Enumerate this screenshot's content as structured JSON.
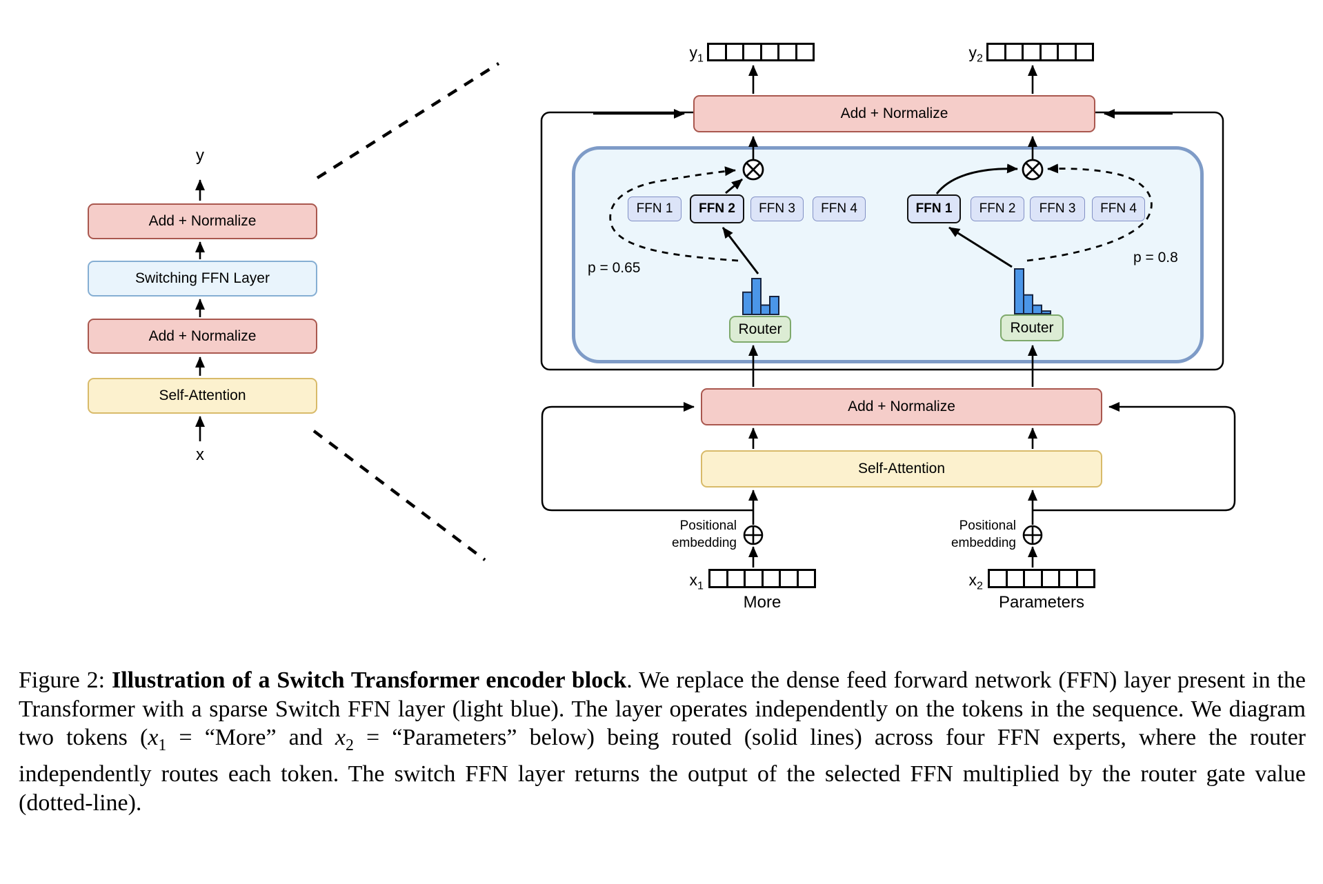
{
  "figure": {
    "left_diagram": {
      "output_label": "y",
      "input_label": "x",
      "boxes": [
        {
          "label": "Add + Normalize"
        },
        {
          "label": "Switching FFN Layer"
        },
        {
          "label": "Add + Normalize"
        },
        {
          "label": "Self-Attention"
        }
      ]
    },
    "encoder": {
      "add_normalize_top": "Add + Normalize",
      "add_normalize_mid": "Add + Normalize",
      "self_attention": "Self-Attention",
      "positional_line1": "Positional",
      "positional_line2": "embedding",
      "token1": {
        "output_var": "y",
        "output_sub": "1",
        "input_var": "x",
        "input_sub": "1",
        "word": "More",
        "gate_value_label": "p = 0.65",
        "router_label": "Router",
        "experts": [
          "FFN 1",
          "FFN 2",
          "FFN 3",
          "FFN 4"
        ],
        "selected_expert": "FFN 2",
        "router_probs": [
          0.62,
          1.0,
          0.26,
          0.5
        ]
      },
      "token2": {
        "output_var": "y",
        "output_sub": "2",
        "input_var": "x",
        "input_sub": "2",
        "word": "Parameters",
        "gate_value_label": "p = 0.8",
        "router_label": "Router",
        "experts": [
          "FFN 1",
          "FFN 2",
          "FFN 3",
          "FFN 4"
        ],
        "selected_expert": "FFN 1",
        "router_probs": [
          1.0,
          0.42,
          0.19,
          0.06
        ]
      }
    },
    "caption": {
      "prefix": "Figure 2: ",
      "bold_title": "Illustration of a Switch Transformer encoder block",
      "body1": ". We replace the dense feed forward network (FFN) layer present in the Transformer with a sparse Switch FFN layer (light blue). The layer operates independently on the tokens in the sequence. We diagram two tokens (",
      "x1_var": "x",
      "x1_sub": "1",
      "body2": " = “More” and ",
      "x2_var": "x",
      "x2_sub": "2",
      "body3": " = “Parameters” below) being routed (solid lines) across four FFN experts, where the router independently routes each token. The switch FFN layer returns the output of the selected FFN multiplied by the router gate value (dotted-line)."
    },
    "colors": {
      "box_red_fill": "#f5cdc9",
      "box_red_border": "#a9574e",
      "box_yellow_fill": "#fcf1ce",
      "box_yellow_border": "#d8ba69",
      "ffn_fill": "#dce4f8",
      "ffn_border": "#8290c5",
      "switch_layer_fill": "#e9f4fc",
      "switch_layer_border": "#85aed3",
      "container_fill": "#ecf6fc",
      "container_border": "#7e9bc7",
      "router_fill": "#dcecd4",
      "router_border": "#7ea96b",
      "bar_fill": "#4b96e8",
      "bar_border": "#16233f"
    }
  }
}
